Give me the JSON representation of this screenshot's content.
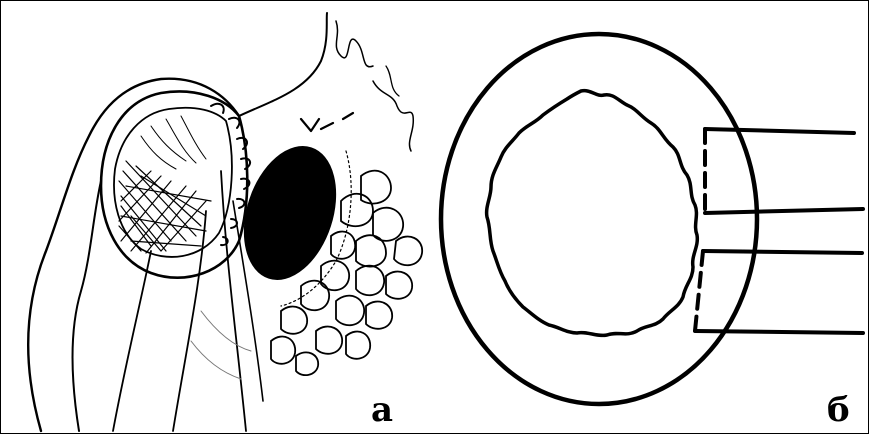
{
  "figure": {
    "panel_a": {
      "label": "а",
      "description_icon": "surgical-sketch-anastomosis"
    },
    "panel_b": {
      "label": "б",
      "description_icon": "ring-suture-schematic"
    }
  },
  "colors": {
    "ink": "#000000",
    "paper": "#ffffff",
    "frame": "#000000"
  }
}
